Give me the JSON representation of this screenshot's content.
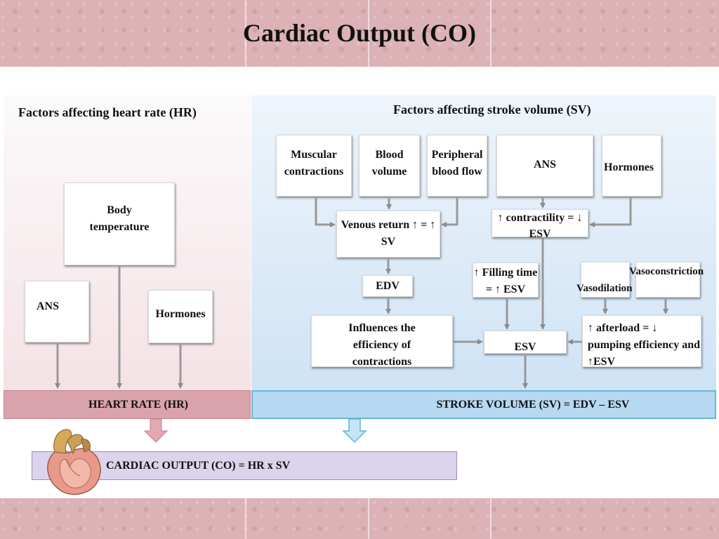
{
  "title": "Cardiac Output (CO)",
  "hr_panel": {
    "heading": "Factors affecting heart rate (HR)",
    "body_temperature": "Body temperature",
    "ans": "ANS",
    "hormones": "Hormones",
    "result": "HEART RATE (HR)"
  },
  "sv_panel": {
    "heading": "Factors affecting stroke volume (SV)",
    "muscular_contractions": "Muscular contractions",
    "blood_volume": "Blood volume",
    "peripheral_blood_flow": "Peripheral blood flow",
    "ans": "ANS",
    "hormones": "Hormones",
    "venous_return": "Venous return ↑ = ↑ SV",
    "contractility": "↑ contractility = ↓ ESV",
    "edv": "EDV",
    "filling_time": "↑ Filling time = ↑ ESV",
    "vasoconstriction": "Vasoconstriction",
    "vasodilation": "Vasodilation",
    "efficiency": "Influences the efficiency of contractions",
    "esv": "ESV",
    "afterload": "↑ afterload = ↓ pumping efficiency and ↑ESV",
    "result": "STROKE VOLUME (SV) = EDV – ESV"
  },
  "cardiac_output": "CARDIAC OUTPUT (CO) = HR x SV",
  "colors": {
    "hr_bar": "#d9a3ad",
    "sv_bar": "#b6d8f1",
    "co_bar": "#dcd3ec",
    "arrow": "#999999"
  }
}
